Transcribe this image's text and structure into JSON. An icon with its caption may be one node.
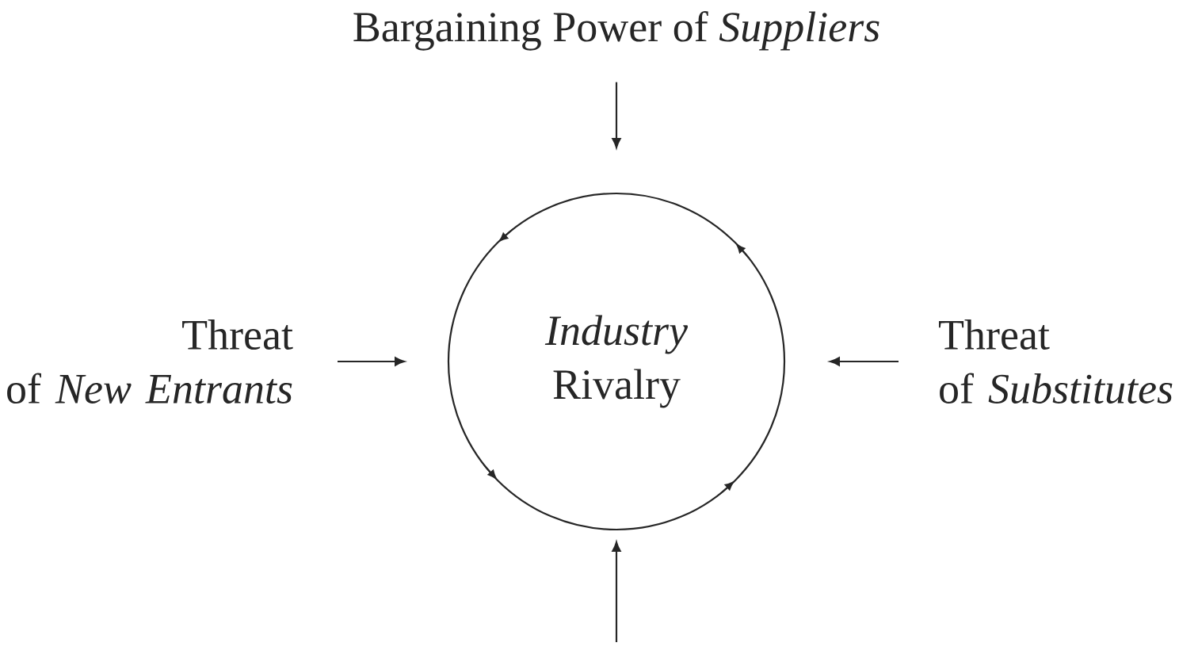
{
  "diagram": {
    "nodes": [
      {
        "text": [
          "Bargaining Power of *Suppliers*"
        ]
      },
      {
        "text": [
          "*Industry* Rivalry"
        ]
      },
      {
        "text": [
          "Threat of *New Entrants*"
        ]
      },
      {
        "text": [
          "Threat of *Substitutes*"
        ]
      }
    ],
    "edges": [
      {
        "from": 0,
        "to": 1,
        "arrow": "to"
      },
      {
        "from": 2,
        "to": 1,
        "arrow": "to"
      },
      {
        "from": 3,
        "to": 1,
        "arrow": "to"
      },
      {
        "from": null,
        "to": 1,
        "arrow": "to"
      }
    ]
  }
}
